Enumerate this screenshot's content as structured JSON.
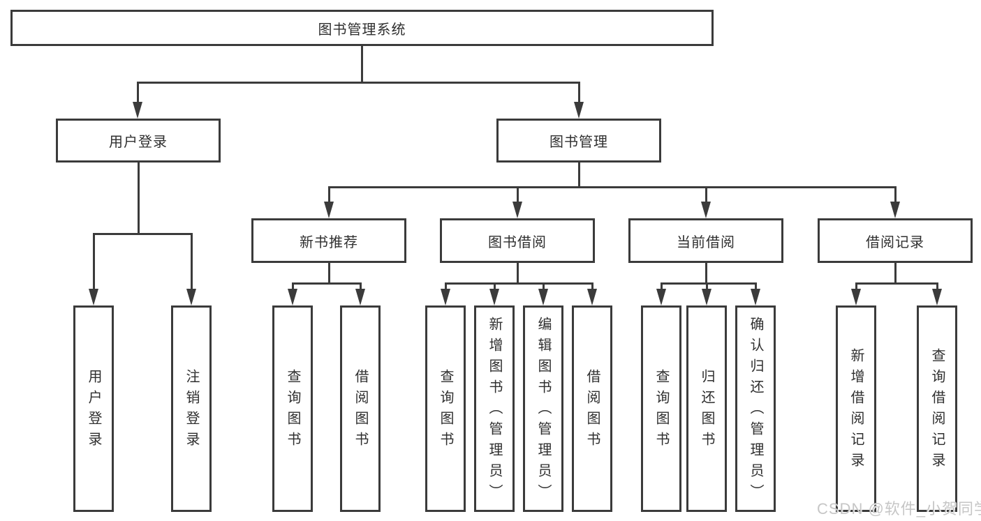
{
  "diagram": {
    "root": {
      "label": "图书管理系统"
    },
    "branches": [
      {
        "label": "用户登录",
        "children": [
          {
            "label": "用户登录"
          },
          {
            "label": "注销登录"
          }
        ]
      },
      {
        "label": "图书管理",
        "children": [
          {
            "label": "新书推荐",
            "children": [
              {
                "label": "查询图书"
              },
              {
                "label": "借阅图书"
              }
            ]
          },
          {
            "label": "图书借阅",
            "children": [
              {
                "label": "查询图书"
              },
              {
                "label": "新增图书（管理员）"
              },
              {
                "label": "编辑图书（管理员）"
              },
              {
                "label": "借阅图书"
              }
            ]
          },
          {
            "label": "当前借阅",
            "children": [
              {
                "label": "查询图书"
              },
              {
                "label": "归还图书"
              },
              {
                "label": "确认归还（管理员）"
              }
            ]
          },
          {
            "label": "借阅记录",
            "children": [
              {
                "label": "新增借阅记录"
              },
              {
                "label": "查询借阅记录"
              }
            ]
          }
        ]
      }
    ],
    "watermark": {
      "text": "CSDN @软件_小贺同学"
    },
    "colors": {
      "line": "#3b3b3b",
      "text": "#2f2f2f",
      "watermark": "#c6c6c6",
      "background": "#ffffff"
    }
  }
}
